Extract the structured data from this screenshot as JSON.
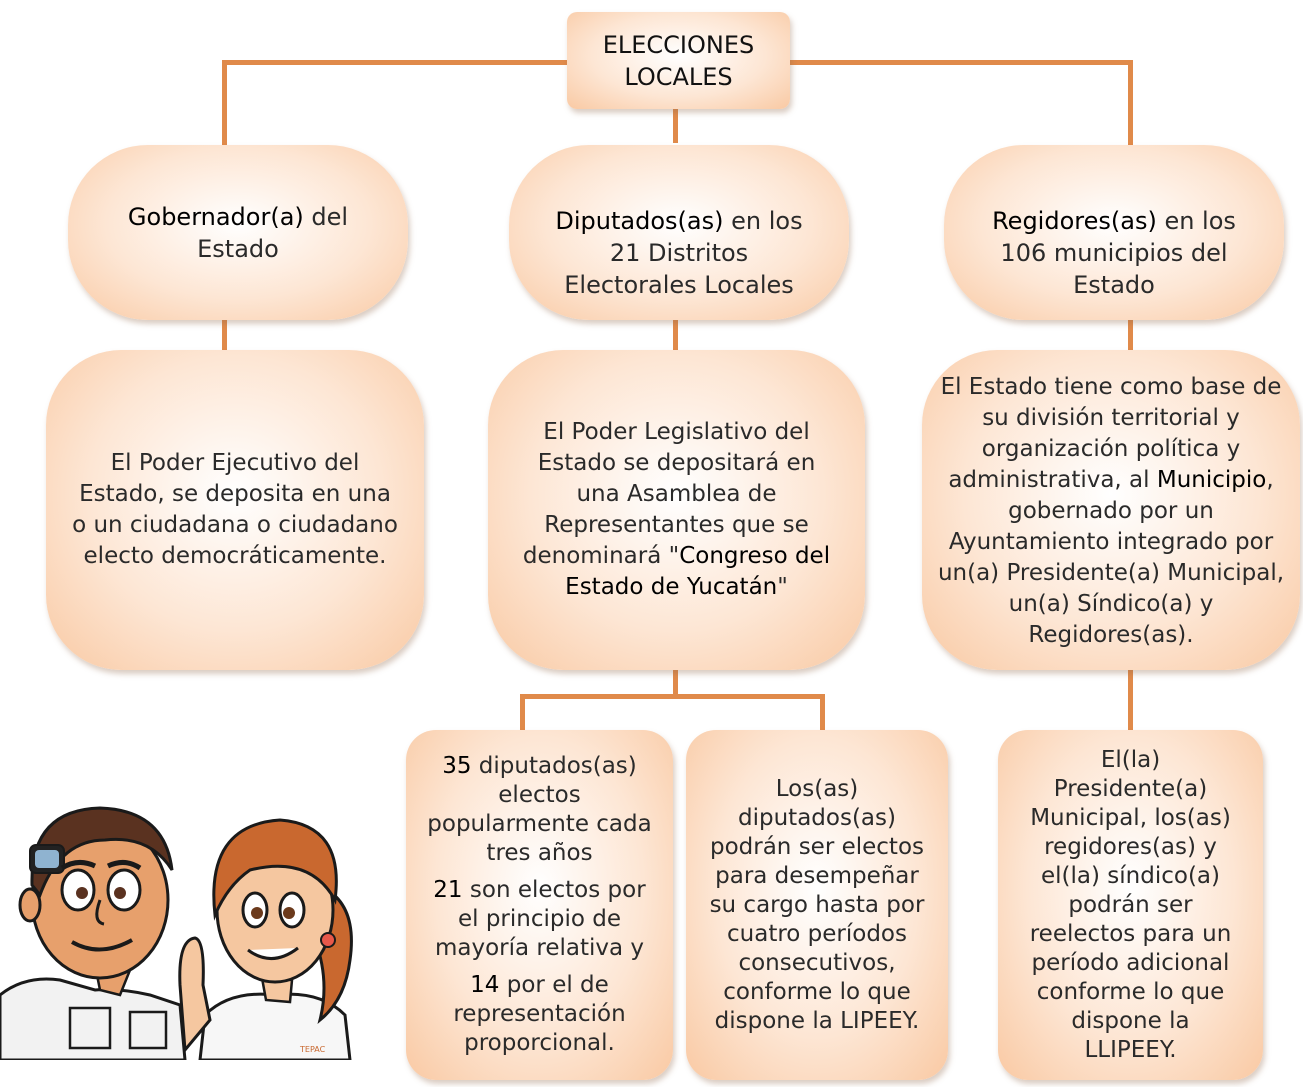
{
  "title": [
    "ELECCIONES",
    "LOCALES"
  ],
  "level1": {
    "gobernador": {
      "strong": "Gobernador(a)",
      "rest": " del Estado"
    },
    "diputados": {
      "strong": "Diputados(as)",
      "rest": " en los 21 Distritos Electorales Locales"
    },
    "regidores": {
      "strong": "Regidores(as)",
      "rest": " en los 106 municipios del Estado"
    }
  },
  "level2": {
    "ejecutivo": "El Poder Ejecutivo del Estado, se deposita en una o un ciudadana o ciudadano electo democráticamente.",
    "legislativo": {
      "pre": "El Poder Legislativo del Estado se depositará en una Asamblea de Representantes que se denominará \"",
      "strong": "Congreso del Estado de Yucatán",
      "post": "\""
    },
    "municipio": {
      "pre": "El Estado tiene como base de su división territorial y organización política y administrativa, al ",
      "strong": "Municipio",
      "post": ", gobernado por un Ayuntamiento integrado por un(a) Presidente(a) Municipal, un(a) Síndico(a) y Regidores(as)."
    }
  },
  "level3": {
    "composicion": [
      {
        "num": "35",
        "text": " diputados(as) electos popularmente cada tres años"
      },
      {
        "num": "21",
        "text": " son electos por el principio de mayoría relativa y"
      },
      {
        "num": "14",
        "text": " por el de representación proporcional."
      }
    ],
    "reeleccion_diputados": "Los(as) diputados(as) podrán ser electos para desempeñar su cargo hasta por cuatro períodos consecutivos, conforme lo que dispone la LIPEEY.",
    "reeleccion_municipal": "El(la) Presidente(a) Municipal, los(as) regidores(as) y el(la) síndico(a) podrán ser reelectos para un período adicional conforme lo que dispone la LLIPEEY."
  },
  "mascot_logo": "TEPAC",
  "colors": {
    "connector": "#e08a4a",
    "box_light": "#fde6d4",
    "box_edge": "#f9c9a3"
  }
}
